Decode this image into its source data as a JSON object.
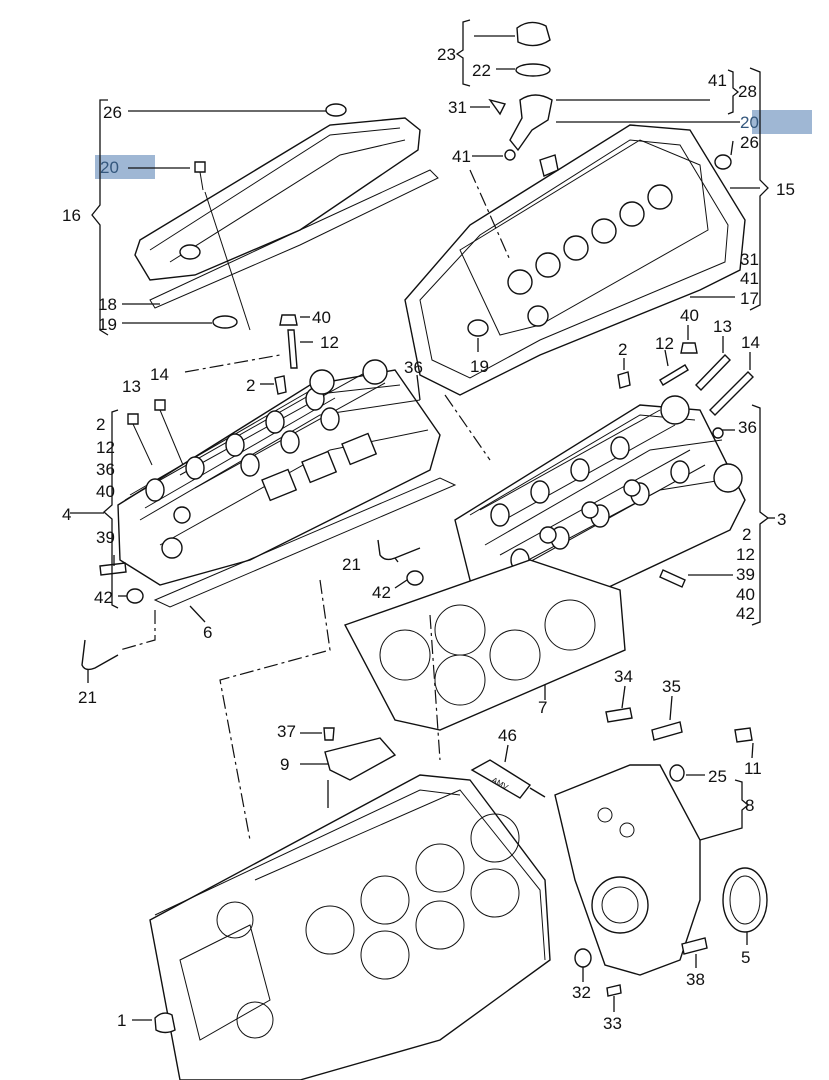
{
  "diagram": {
    "callouts": [
      {
        "id": "c26a",
        "text": "26"
      },
      {
        "id": "c20a",
        "text": "20"
      },
      {
        "id": "c16",
        "text": "16"
      },
      {
        "id": "c18",
        "text": "18"
      },
      {
        "id": "c19a",
        "text": "19"
      },
      {
        "id": "c23",
        "text": "23"
      },
      {
        "id": "c22",
        "text": "22"
      },
      {
        "id": "c31a",
        "text": "31"
      },
      {
        "id": "c41a",
        "text": "41"
      },
      {
        "id": "c41b",
        "text": "41"
      },
      {
        "id": "c28",
        "text": "28"
      },
      {
        "id": "c20b",
        "text": "20"
      },
      {
        "id": "c26b",
        "text": "26"
      },
      {
        "id": "c15",
        "text": "15"
      },
      {
        "id": "c31b",
        "text": "31"
      },
      {
        "id": "c41c",
        "text": "41"
      },
      {
        "id": "c17",
        "text": "17"
      },
      {
        "id": "c19b",
        "text": "19"
      },
      {
        "id": "c40a",
        "text": "40"
      },
      {
        "id": "c12a",
        "text": "12"
      },
      {
        "id": "c2a",
        "text": "2"
      },
      {
        "id": "c36a",
        "text": "36"
      },
      {
        "id": "c13a",
        "text": "13"
      },
      {
        "id": "c14a",
        "text": "14"
      },
      {
        "id": "c2b",
        "text": "2"
      },
      {
        "id": "c12b",
        "text": "12"
      },
      {
        "id": "c36b",
        "text": "36"
      },
      {
        "id": "c40b",
        "text": "40"
      },
      {
        "id": "c4",
        "text": "4"
      },
      {
        "id": "c39a",
        "text": "39"
      },
      {
        "id": "c42a",
        "text": "42"
      },
      {
        "id": "c6",
        "text": "6"
      },
      {
        "id": "c21a",
        "text": "21"
      },
      {
        "id": "c21b",
        "text": "21"
      },
      {
        "id": "c42b",
        "text": "42"
      },
      {
        "id": "c40c",
        "text": "40"
      },
      {
        "id": "c12c",
        "text": "12"
      },
      {
        "id": "c13b",
        "text": "13"
      },
      {
        "id": "c14b",
        "text": "14"
      },
      {
        "id": "c2c",
        "text": "2"
      },
      {
        "id": "c36c",
        "text": "36"
      },
      {
        "id": "c3",
        "text": "3"
      },
      {
        "id": "c2d",
        "text": "2"
      },
      {
        "id": "c12d",
        "text": "12"
      },
      {
        "id": "c39b",
        "text": "39"
      },
      {
        "id": "c40d",
        "text": "40"
      },
      {
        "id": "c42c",
        "text": "42"
      },
      {
        "id": "c7",
        "text": "7"
      },
      {
        "id": "c34",
        "text": "34"
      },
      {
        "id": "c35",
        "text": "35"
      },
      {
        "id": "c37",
        "text": "37"
      },
      {
        "id": "c46",
        "text": "46"
      },
      {
        "id": "c9",
        "text": "9"
      },
      {
        "id": "c11",
        "text": "11"
      },
      {
        "id": "c25",
        "text": "25"
      },
      {
        "id": "c8",
        "text": "8"
      },
      {
        "id": "c5",
        "text": "5"
      },
      {
        "id": "c38",
        "text": "38"
      },
      {
        "id": "c32",
        "text": "32"
      },
      {
        "id": "c33",
        "text": "33"
      },
      {
        "id": "c1",
        "text": "1"
      }
    ],
    "tube_label": "AMV",
    "highlight_color": "#7f9fc6"
  }
}
